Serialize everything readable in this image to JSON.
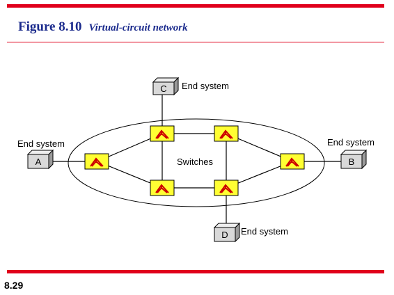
{
  "figure": {
    "number": "Figure 8.10",
    "title": "Virtual-circuit network"
  },
  "diagram": {
    "network_label": "Switches",
    "end_systems": [
      {
        "id": "A",
        "label": "A",
        "caption": "End system"
      },
      {
        "id": "B",
        "label": "B",
        "caption": "End system"
      },
      {
        "id": "C",
        "label": "C",
        "caption": "End system"
      },
      {
        "id": "D",
        "label": "D",
        "caption": "End system"
      }
    ],
    "switch_count": 6,
    "colors": {
      "switch_fill": "#ffff33",
      "switch_icon": "#cc0000",
      "rule": "#e0001b",
      "title": "#1a2a8c",
      "box_fill": "#d9d9d9"
    }
  },
  "footer": {
    "slide_number": "8.29"
  }
}
